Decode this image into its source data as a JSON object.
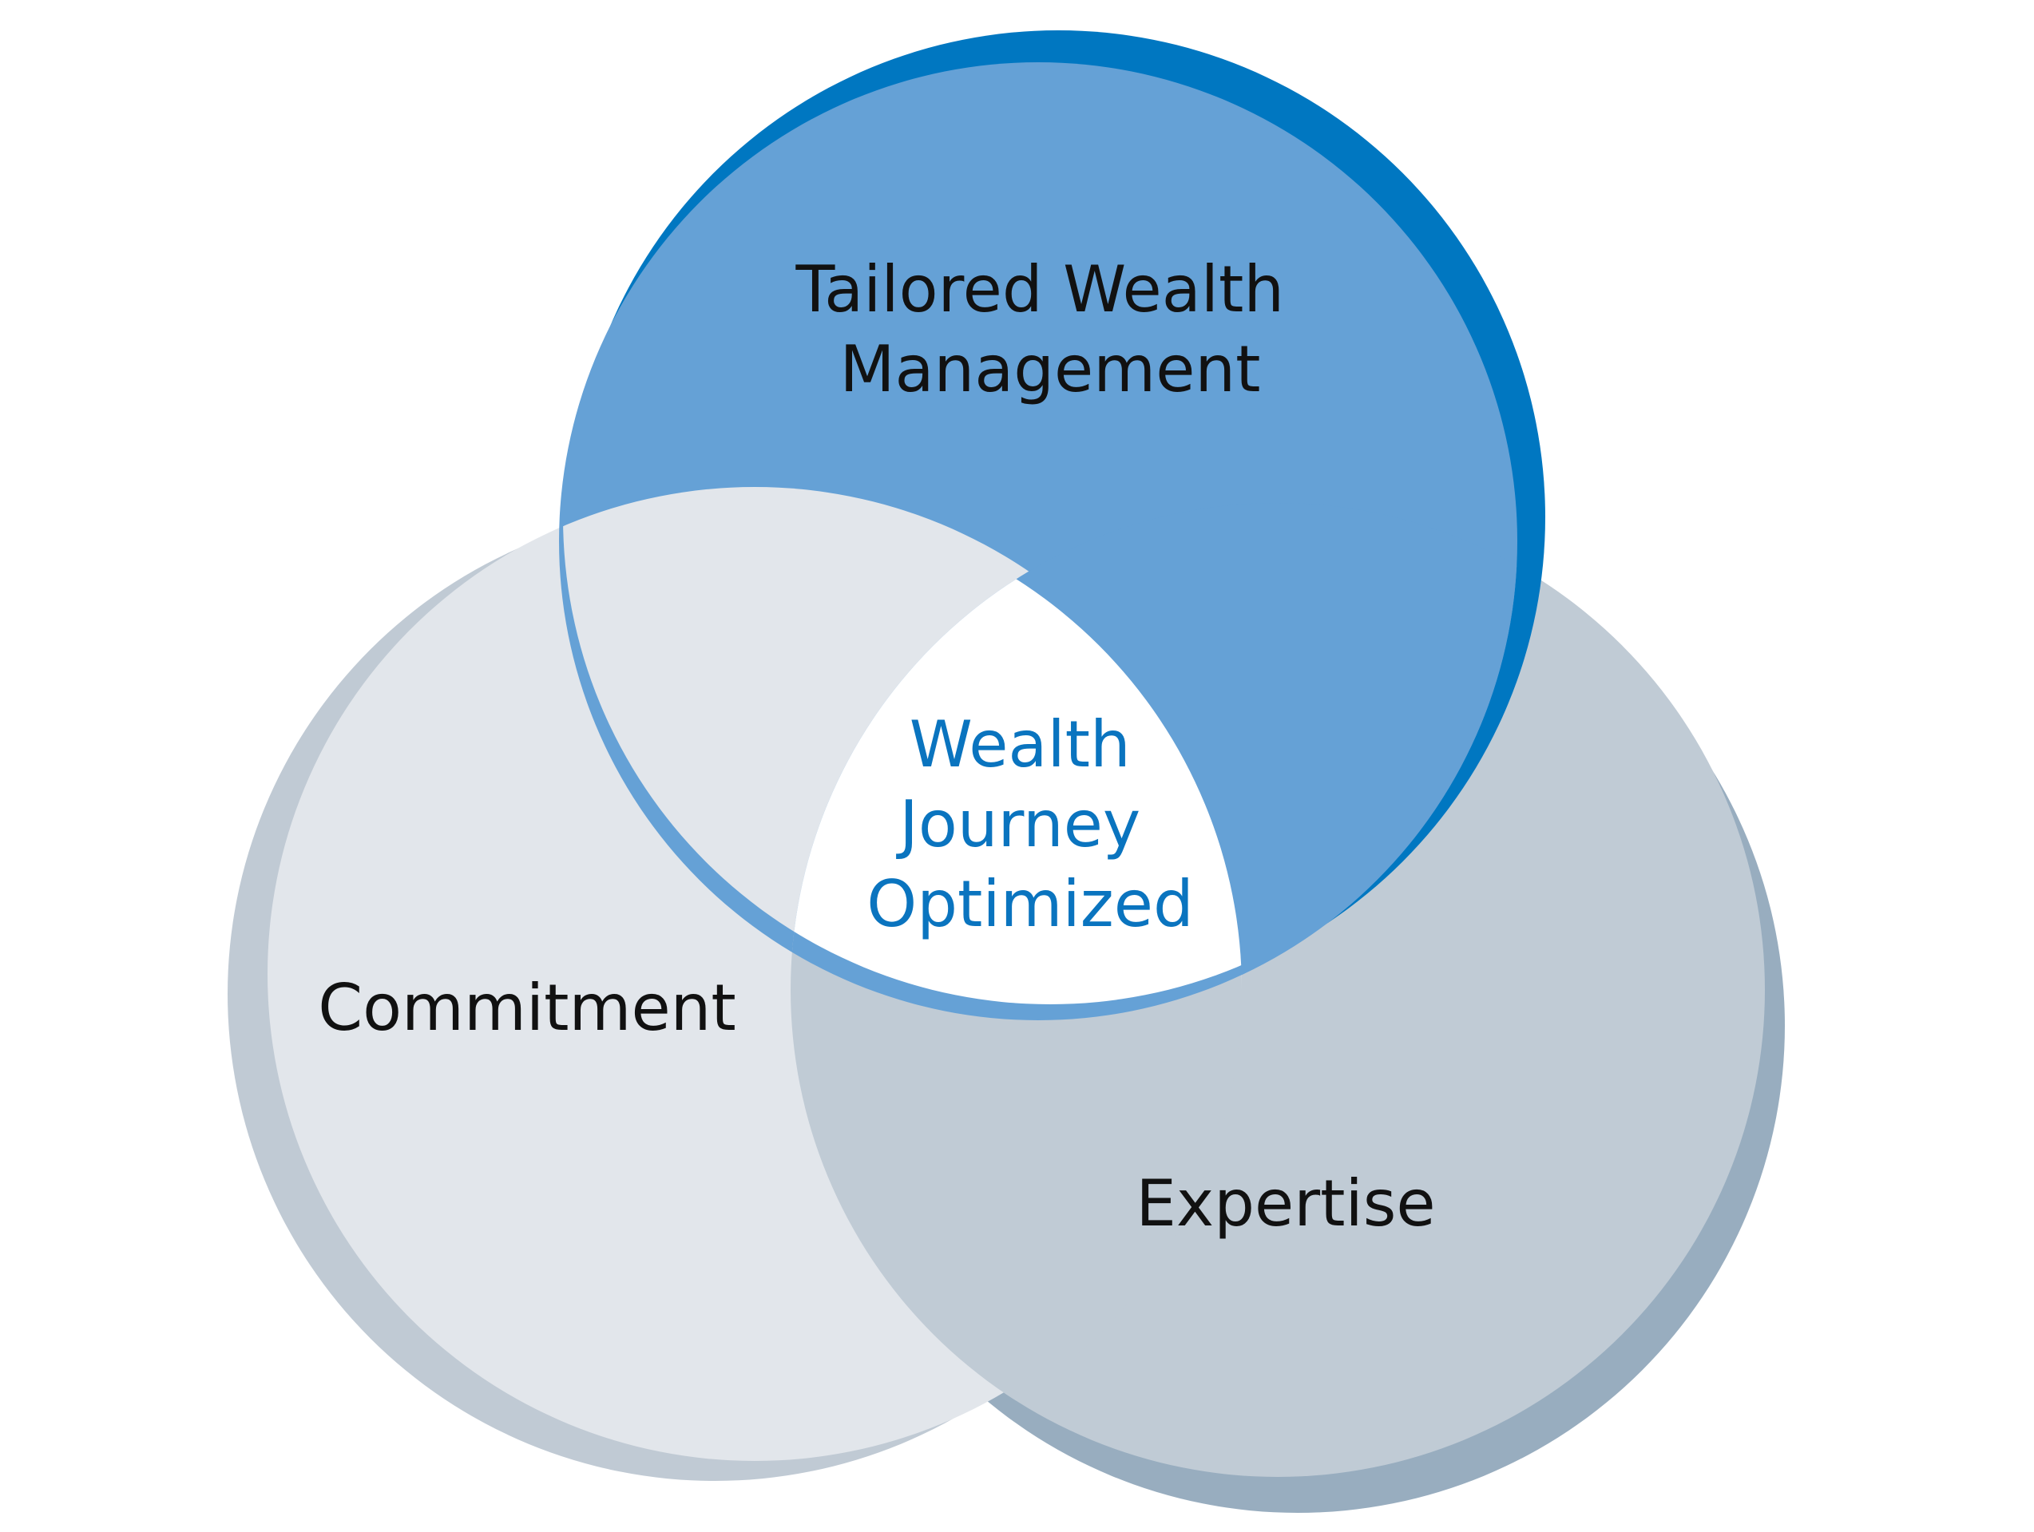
{
  "diagram": {
    "circles": {
      "top": {
        "label_lines": [
          "Tailored Wealth",
          "Management"
        ],
        "fill": "#65a1d6",
        "rim": "#0077c1"
      },
      "left": {
        "label": "Commitment",
        "fill": "#e2e6eb",
        "rim": "#c0cad4"
      },
      "right": {
        "label": "Expertise",
        "fill": "#c0cbd5",
        "rim": "#98adbf"
      }
    },
    "center": {
      "label_lines": [
        "Wealth",
        "Journey",
        "Optimized"
      ],
      "color": "#0a74bf",
      "fill": "#ffffff"
    }
  }
}
